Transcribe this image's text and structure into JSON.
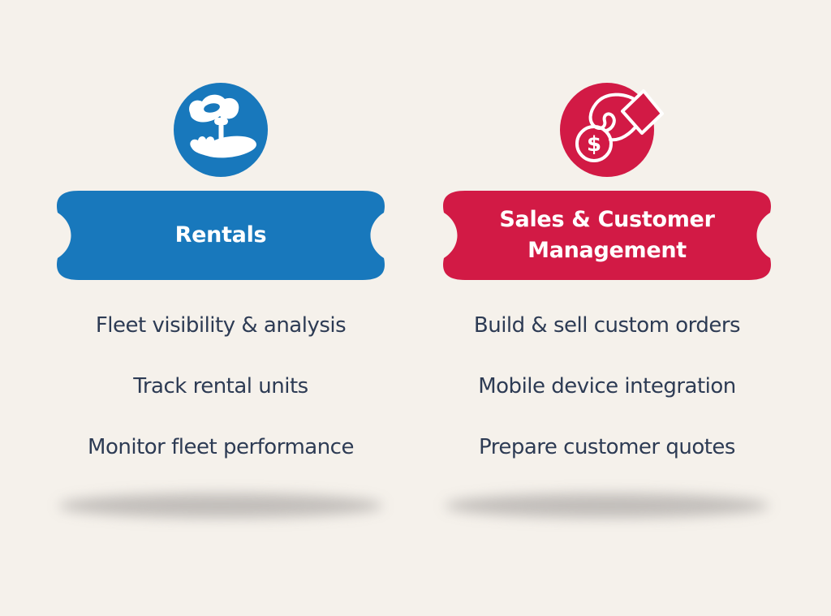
{
  "colors": {
    "background": "#f5f1eb",
    "body_text": "#2d3b54",
    "banner_text": "#ffffff",
    "rentals_accent": "#1878bc",
    "sales_accent": "#d21a45",
    "shadow": "#b9b5b2"
  },
  "columns": [
    {
      "key": "rentals",
      "icon": "hand-giving-key-icon",
      "title_line1": "Rentals",
      "title_line2": "",
      "items": [
        "Fleet visibility & analysis",
        "Track rental units",
        "Monitor fleet performance"
      ]
    },
    {
      "key": "sales-customer-management",
      "icon": "hand-dropping-coin-icon",
      "title_line1": "Sales & Customer",
      "title_line2": "Management",
      "items": [
        "Build & sell custom orders",
        "Mobile device integration",
        "Prepare customer quotes"
      ]
    }
  ]
}
